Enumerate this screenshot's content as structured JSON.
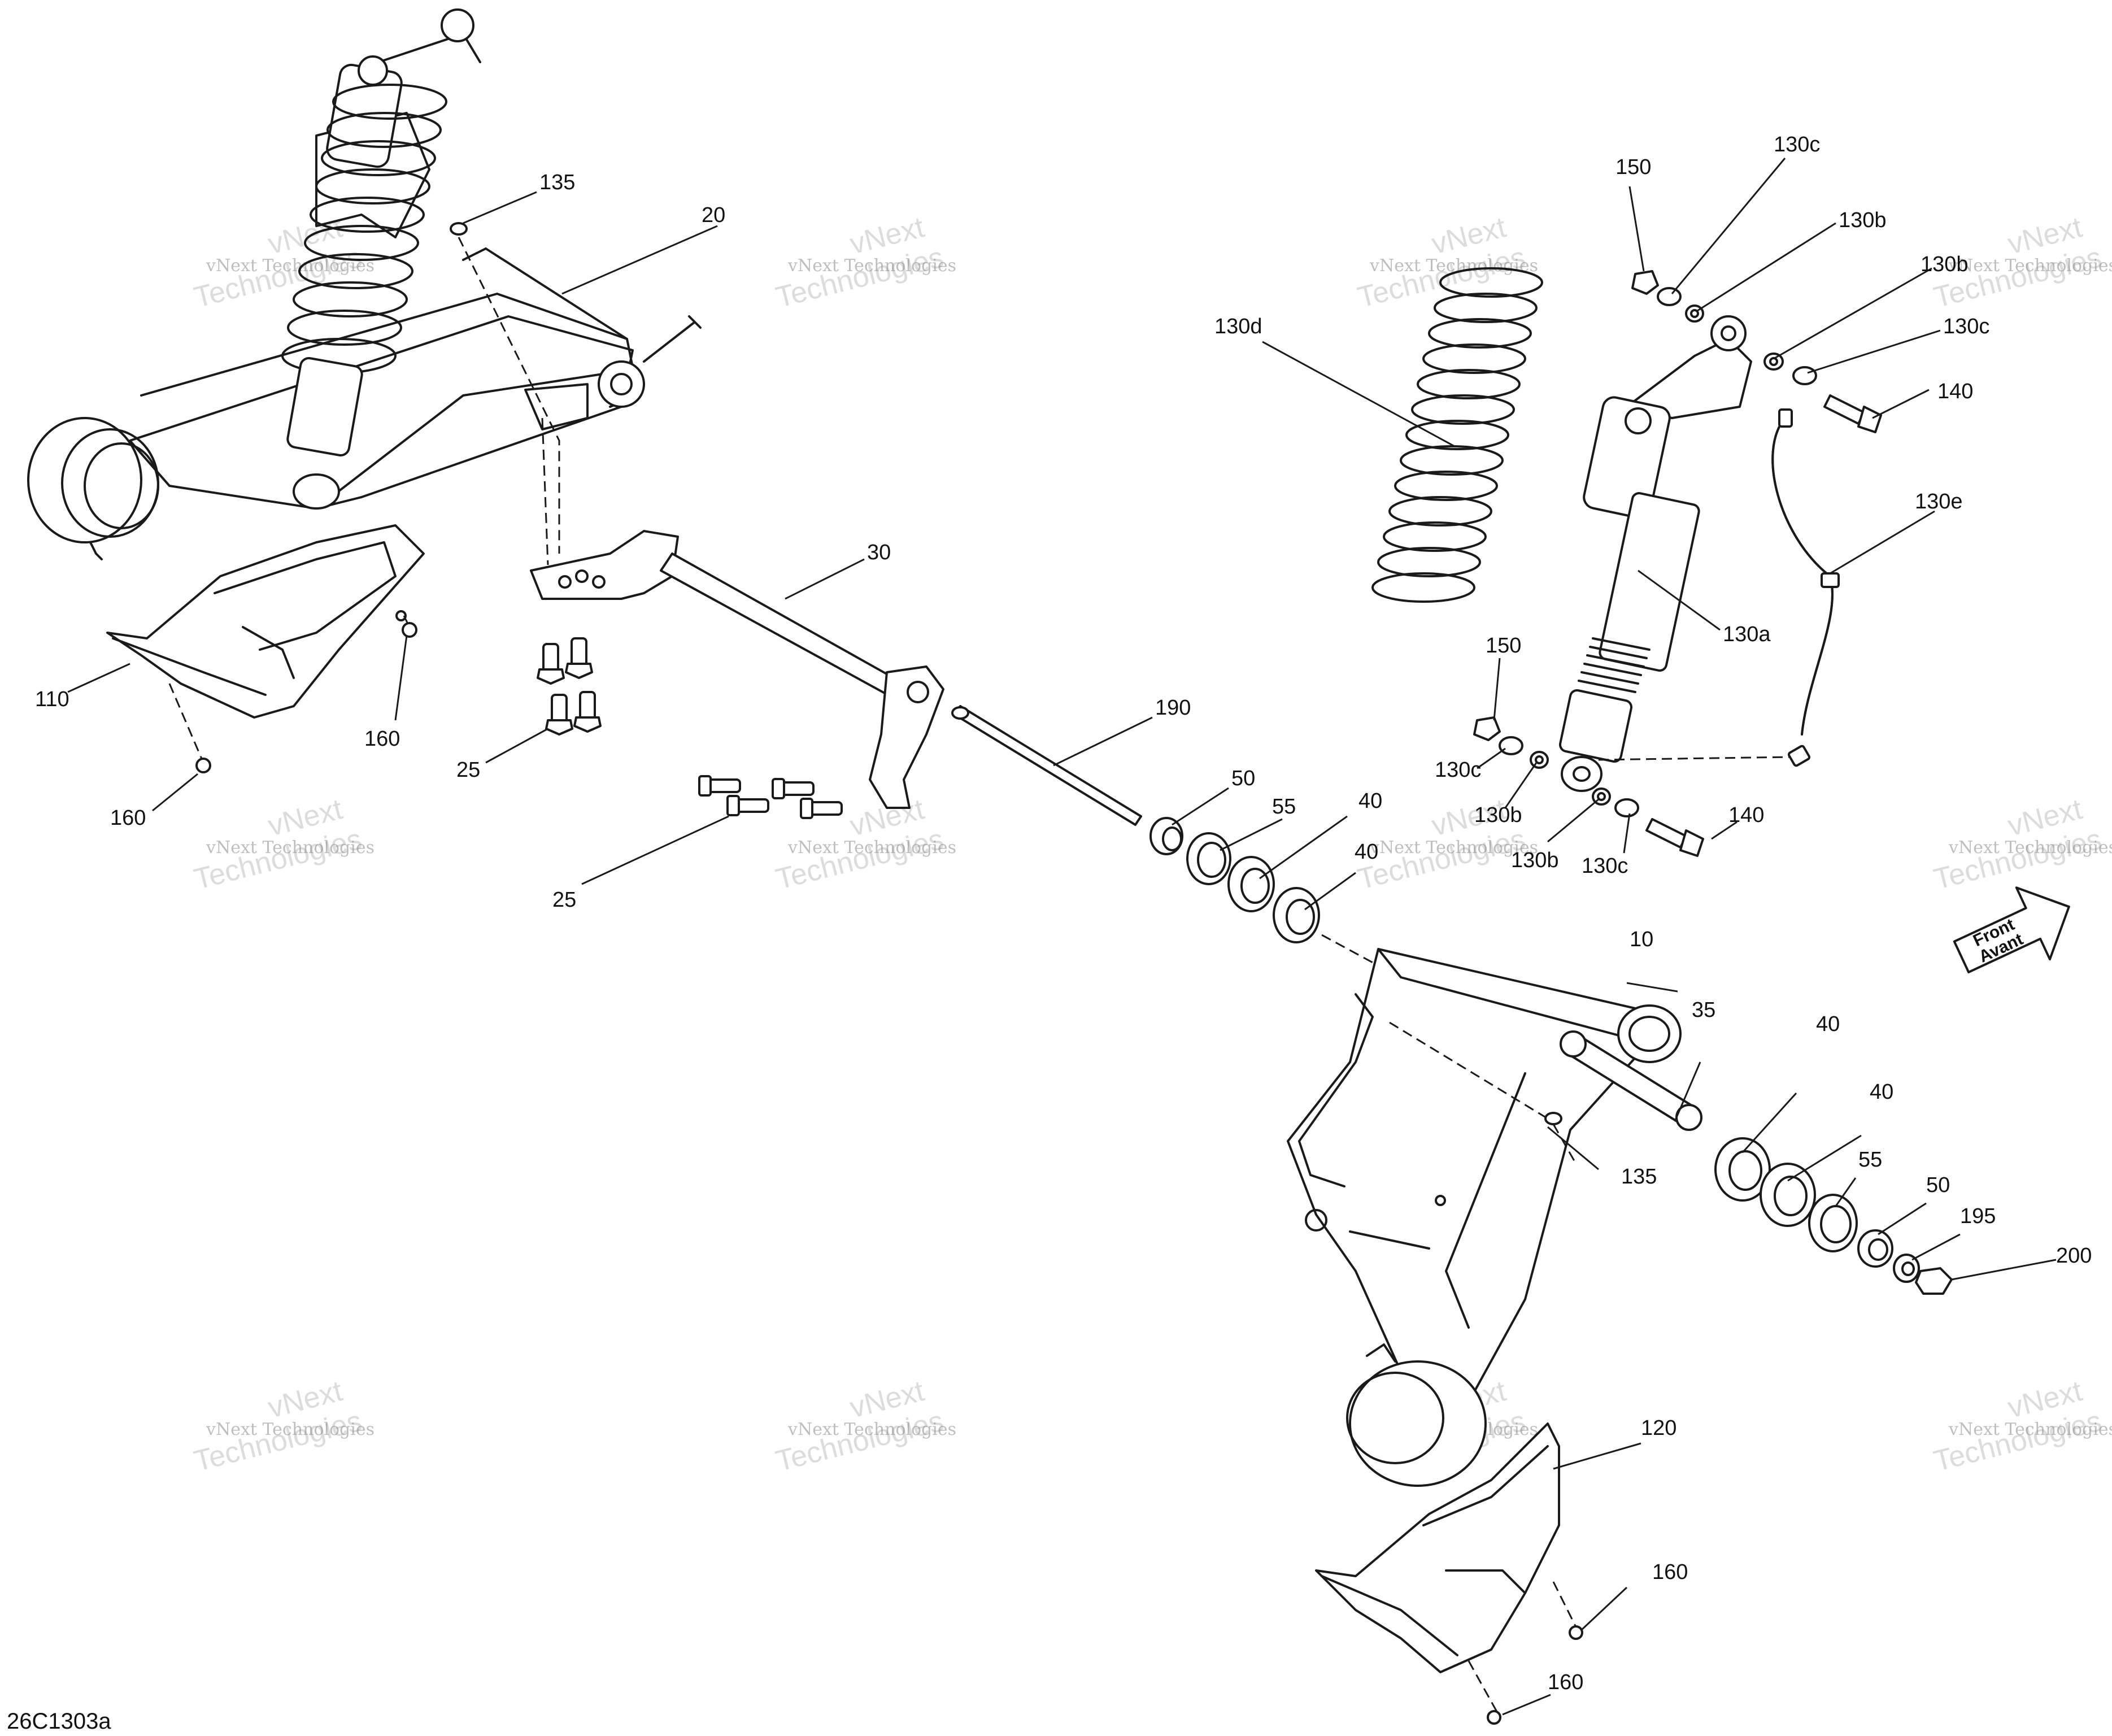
{
  "diagram_code": "26C1303a",
  "watermark": {
    "line1": "vNext Technologies",
    "line2_a": "vNext",
    "line2_b": "Technologies"
  },
  "direction_arrow": {
    "line1": "Front",
    "line2": "Avant"
  },
  "callouts": [
    {
      "id": "c135a",
      "text": "135"
    },
    {
      "id": "c20",
      "text": "20"
    },
    {
      "id": "c30",
      "text": "30"
    },
    {
      "id": "c110",
      "text": "110"
    },
    {
      "id": "c160a",
      "text": "160"
    },
    {
      "id": "c160b",
      "text": "160"
    },
    {
      "id": "c25a",
      "text": "25"
    },
    {
      "id": "c25b",
      "text": "25"
    },
    {
      "id": "c190",
      "text": "190"
    },
    {
      "id": "c50a",
      "text": "50"
    },
    {
      "id": "c55a",
      "text": "55"
    },
    {
      "id": "c40a",
      "text": "40"
    },
    {
      "id": "c40b",
      "text": "40"
    },
    {
      "id": "c150a",
      "text": "150"
    },
    {
      "id": "c130c_a",
      "text": "130c"
    },
    {
      "id": "c130b_a",
      "text": "130b"
    },
    {
      "id": "c130b_b",
      "text": "130b"
    },
    {
      "id": "c130c_b",
      "text": "130c"
    },
    {
      "id": "c140a",
      "text": "140"
    },
    {
      "id": "c130d",
      "text": "130d"
    },
    {
      "id": "c130e",
      "text": "130e"
    },
    {
      "id": "c130a",
      "text": "130a"
    },
    {
      "id": "c150b",
      "text": "150"
    },
    {
      "id": "c130c_c",
      "text": "130c"
    },
    {
      "id": "c130b_c",
      "text": "130b"
    },
    {
      "id": "c130b_d",
      "text": "130b"
    },
    {
      "id": "c130c_d",
      "text": "130c"
    },
    {
      "id": "c140b",
      "text": "140"
    },
    {
      "id": "c10",
      "text": "10"
    },
    {
      "id": "c35",
      "text": "35"
    },
    {
      "id": "c40c",
      "text": "40"
    },
    {
      "id": "c40d",
      "text": "40"
    },
    {
      "id": "c135b",
      "text": "135"
    },
    {
      "id": "c55b",
      "text": "55"
    },
    {
      "id": "c50b",
      "text": "50"
    },
    {
      "id": "c195",
      "text": "195"
    },
    {
      "id": "c200",
      "text": "200"
    },
    {
      "id": "c120",
      "text": "120"
    },
    {
      "id": "c160c",
      "text": "160"
    },
    {
      "id": "c160d",
      "text": "160"
    }
  ]
}
